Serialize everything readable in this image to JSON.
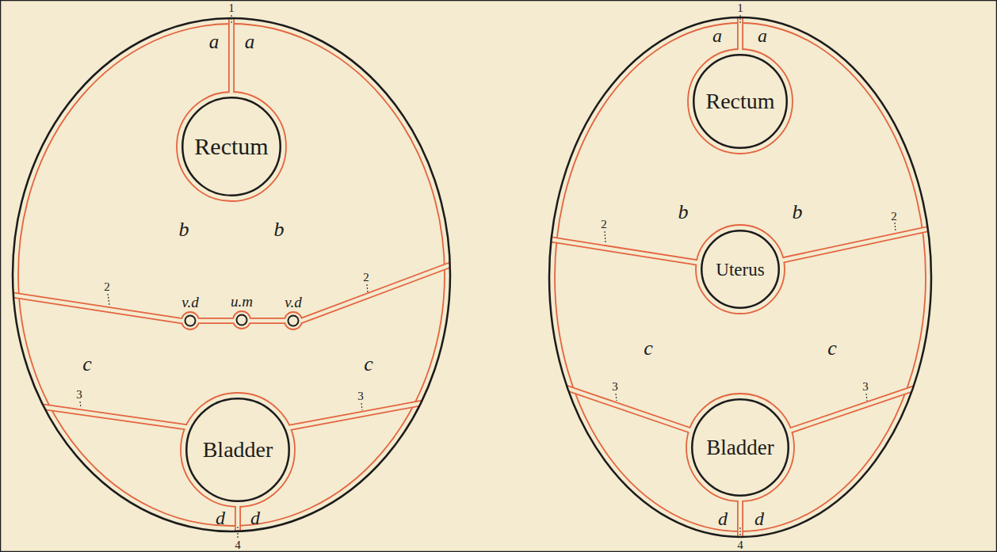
{
  "diagram": {
    "nodes": [
      {
        "text": [
          "Rectum"
        ]
      },
      {
        "text": [
          "Bladder"
        ]
      },
      {
        "text": [
          "Rectum"
        ]
      },
      {
        "text": [
          "Uterus"
        ]
      },
      {
        "text": [
          "Bladder"
        ]
      }
    ],
    "labels": [
      "1",
      "a",
      "a",
      "b",
      "b",
      "2",
      "v.d",
      "u.m",
      "v.d",
      "2",
      "c",
      "c",
      "3",
      "3",
      "d",
      "d",
      "4",
      "1",
      "a",
      "a",
      "b",
      "b",
      "2",
      "2",
      "c",
      "c",
      "3",
      "3",
      "d",
      "d",
      "4"
    ]
  }
}
